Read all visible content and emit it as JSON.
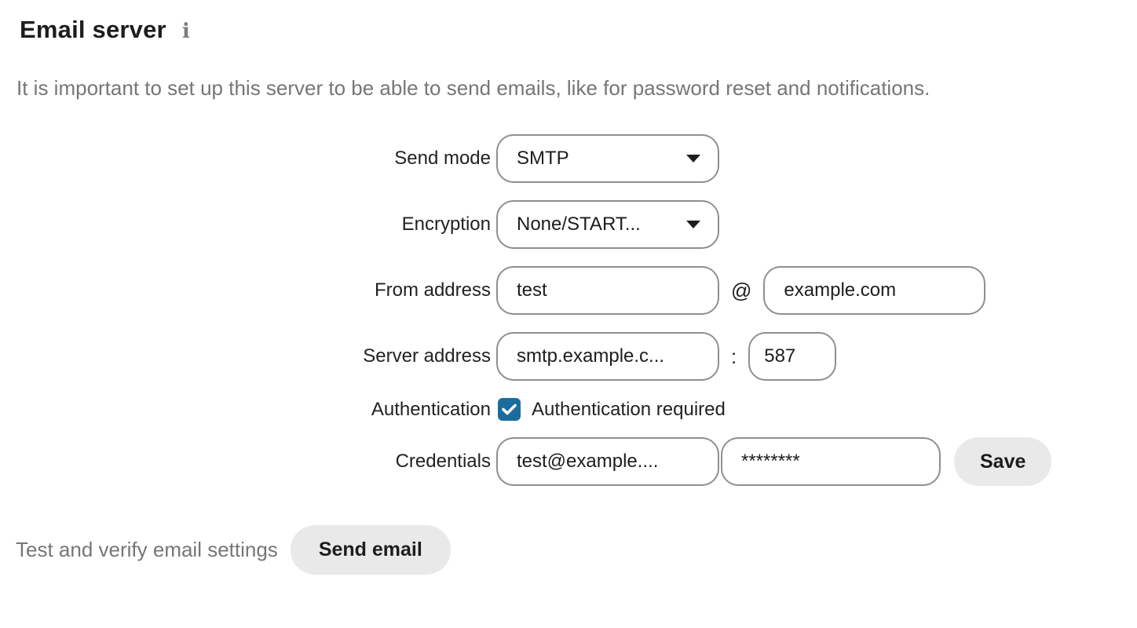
{
  "header": {
    "title": "Email server",
    "info_icon": "ℹ"
  },
  "subtitle": "It is important to set up this server to be able to send emails, like for password reset and notifications.",
  "form": {
    "send_mode": {
      "label": "Send mode",
      "value": "SMTP"
    },
    "encryption": {
      "label": "Encryption",
      "value": "None/START..."
    },
    "from_address": {
      "label": "From address",
      "user_value": "test",
      "separator": "@",
      "domain_value": "example.com"
    },
    "server_address": {
      "label": "Server address",
      "host_value": "smtp.example.c...",
      "separator": ":",
      "port_value": "587"
    },
    "authentication": {
      "label": "Authentication",
      "checkbox_label": "Authentication required",
      "checked": "true"
    },
    "credentials": {
      "label": "Credentials",
      "username_value": "test@example....",
      "password_value": "********",
      "save_label": "Save"
    }
  },
  "test": {
    "label": "Test and verify email settings",
    "button_label": "Send email"
  },
  "colors": {
    "checkbox_blue": "#1b6c9c",
    "input_border": "#8f8f8f",
    "button_bg": "#e9e9e9",
    "muted_text": "#767676"
  }
}
